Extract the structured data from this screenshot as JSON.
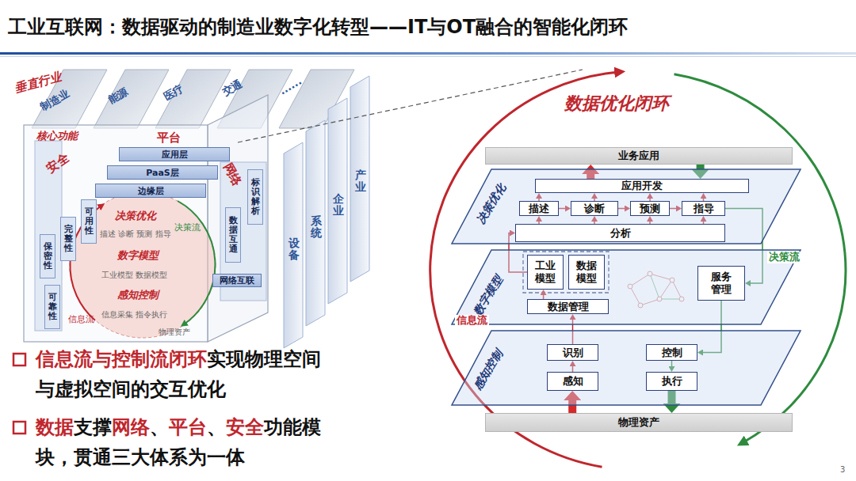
{
  "diagram": {
    "title": "工业互联网：数据驱动的制造业数字化转型——IT与OT融合的智能化闭环",
    "nodes": [
      {
        "text": [
          "应用层"
        ]
      },
      {
        "text": [
          "PaaS层"
        ]
      },
      {
        "text": [
          "边缘层"
        ]
      },
      {
        "text": [
          "标识解析"
        ]
      },
      {
        "text": [
          "数据互通"
        ]
      },
      {
        "text": [
          "网络互联"
        ]
      },
      {
        "text": [
          "保密性"
        ]
      },
      {
        "text": [
          "完整性"
        ]
      },
      {
        "text": [
          "可用性"
        ]
      },
      {
        "text": [
          "可靠性"
        ]
      },
      {
        "text": [
          "业务应用"
        ]
      },
      {
        "text": [
          "决策优化"
        ]
      },
      {
        "text": [
          "应用开发"
        ],
        "in": 11
      },
      {
        "text": [
          "描述"
        ],
        "in": 11
      },
      {
        "text": [
          "诊断"
        ],
        "in": 11
      },
      {
        "text": [
          "预测"
        ],
        "in": 11
      },
      {
        "text": [
          "指导"
        ],
        "in": 11
      },
      {
        "text": [
          "分析"
        ],
        "in": 11
      },
      {
        "text": [
          "数字模型"
        ]
      },
      {
        "text": [
          "工业模型"
        ],
        "in": 18
      },
      {
        "text": [
          "数据模型"
        ],
        "in": 18
      },
      {
        "text": [
          "数据管理"
        ],
        "in": 18
      },
      {
        "text": [
          "服务管理"
        ],
        "in": 18
      },
      {
        "text": [
          "感知控制"
        ]
      },
      {
        "text": [
          "识别"
        ],
        "in": 23
      },
      {
        "text": [
          "感知"
        ],
        "in": 23
      },
      {
        "text": [
          "控制"
        ],
        "in": 23
      },
      {
        "text": [
          "执行"
        ],
        "in": 23
      },
      {
        "text": [
          "物理资产"
        ]
      }
    ],
    "edges": [
      {
        "from": 25,
        "to": 24,
        "arrow": "to"
      },
      {
        "from": 24,
        "to": 21,
        "arrow": "to"
      },
      {
        "from": 21,
        "to": 19,
        "arrow": "to"
      },
      {
        "from": 19,
        "to": 17,
        "arrow": "to"
      },
      {
        "from": 17,
        "to": 13,
        "arrow": "to"
      },
      {
        "from": 17,
        "to": 14,
        "arrow": "to"
      },
      {
        "from": 17,
        "to": 15,
        "arrow": "to"
      },
      {
        "from": 17,
        "to": 16,
        "arrow": "to"
      },
      {
        "from": 13,
        "to": 14,
        "arrow": "to"
      },
      {
        "from": 14,
        "to": 15,
        "arrow": "to"
      },
      {
        "from": 15,
        "to": 16,
        "arrow": "to"
      },
      {
        "from": 13,
        "to": 12,
        "arrow": "to"
      },
      {
        "from": 14,
        "to": 12,
        "arrow": "to"
      },
      {
        "from": 15,
        "to": 12,
        "arrow": "to"
      },
      {
        "from": 16,
        "to": 12,
        "arrow": "to"
      },
      {
        "from": 12,
        "to": 10,
        "arrow": "to"
      },
      {
        "from": 10,
        "to": 12,
        "arrow": "to"
      },
      {
        "from": 16,
        "to": 22,
        "arrow": "to"
      },
      {
        "from": 22,
        "to": 26,
        "arrow": "to"
      },
      {
        "from": 26,
        "to": 27,
        "arrow": "to"
      },
      {
        "from": 27,
        "to": 28,
        "arrow": "to"
      },
      {
        "from": 28,
        "to": 25,
        "arrow": "to"
      }
    ],
    "labels": [
      "垂直行业",
      "制造业",
      "能源",
      "医疗",
      "交通",
      "......",
      "核心功能",
      "平台",
      "安全",
      "网络",
      "决策优化",
      "描述 诊断 预测 指导",
      "数字模型",
      "工业模型 数据模型",
      "感知控制",
      "信息采集 指令执行",
      "决策流",
      "信息流",
      "物理资产",
      "设备",
      "系统",
      "企业",
      "产业",
      "数据优化闭环",
      "决策流",
      "信息流",
      "信息流与控制流闭环",
      "实现物理空间与虚拟空间的交互优化",
      "数据",
      "支撑",
      "网络",
      "、",
      "平台",
      "、",
      "安全",
      "功能模块，贯通三大体系为一体",
      "3"
    ]
  }
}
